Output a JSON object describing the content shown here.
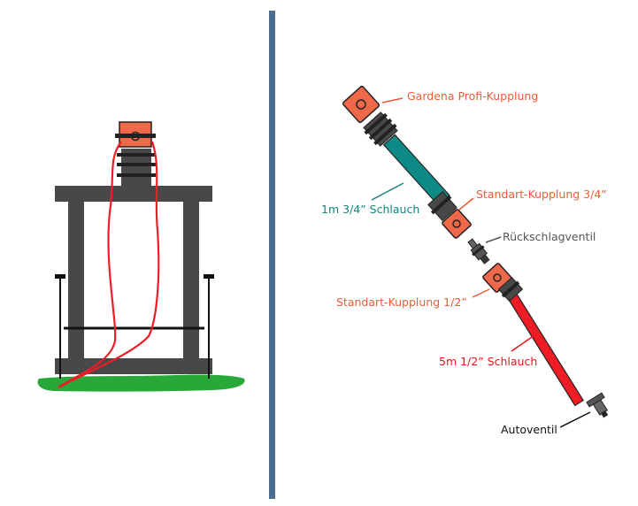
{
  "labels": {
    "gardena": "Gardena Profi-Kupplung",
    "standard34": "Standart-Kupplung 3/4”",
    "hose34": "1m 3/4” Schlauch",
    "check_valve": "Rückschlagventil",
    "standard12": "Standart-Kupplung 1/2”",
    "hose12": "5m 1/2” Schlauch",
    "autovalve": "Autoventil"
  },
  "colors": {
    "coupling_orange": "#f0684a",
    "hose_teal": "#0e8a86",
    "hose_red": "#ee1c24",
    "frame_gray": "#484848",
    "grass_green": "#27a839",
    "divider_blue": "#4d6d8f",
    "label_orange": "#ee5a36",
    "label_teal": "#13827e",
    "label_gray": "#555555",
    "label_red": "#e8151c"
  }
}
